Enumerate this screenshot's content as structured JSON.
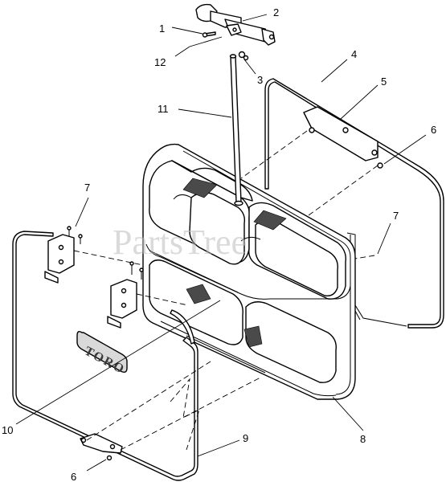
{
  "watermark": "PartsTree",
  "decal_text": "TORO",
  "callouts": [
    {
      "id": "c1",
      "label": "1"
    },
    {
      "id": "c2",
      "label": "2"
    },
    {
      "id": "c12",
      "label": "12"
    },
    {
      "id": "c3",
      "label": "3"
    },
    {
      "id": "c4",
      "label": "4"
    },
    {
      "id": "c5",
      "label": "5"
    },
    {
      "id": "c11",
      "label": "11"
    },
    {
      "id": "c6a",
      "label": "6"
    },
    {
      "id": "c7a",
      "label": "7"
    },
    {
      "id": "c7b",
      "label": "7"
    },
    {
      "id": "c10",
      "label": "10"
    },
    {
      "id": "c9",
      "label": "9"
    },
    {
      "id": "c8",
      "label": "8"
    },
    {
      "id": "c6b",
      "label": "6"
    }
  ]
}
